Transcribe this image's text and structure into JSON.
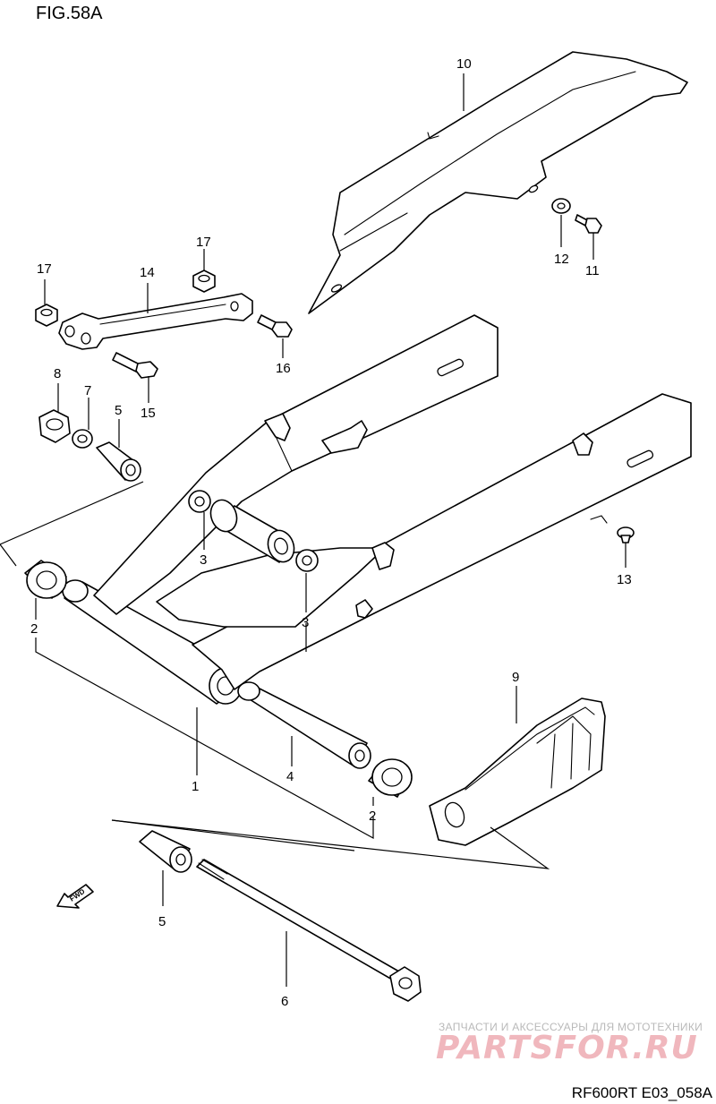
{
  "figure": {
    "title": "FIG.58A",
    "code": "RF600RT E03_058A"
  },
  "watermark": {
    "caption": "ЗАПЧАСТИ И АКСЕССУАРЫ ДЛЯ МОТОТЕХНИКИ",
    "logo": "PARTSFOR.RU"
  },
  "direction_marker": "FWD",
  "callouts": {
    "p1": "1",
    "p2a": "2",
    "p2b": "2",
    "p3a": "3",
    "p3b": "3",
    "p4": "4",
    "p5a": "5",
    "p5b": "5",
    "p6": "6",
    "p7": "7",
    "p8": "8",
    "p9": "9",
    "p10": "10",
    "p11": "11",
    "p12": "12",
    "p13": "13",
    "p14": "14",
    "p15": "15",
    "p16": "16",
    "p17a": "17",
    "p17b": "17"
  }
}
